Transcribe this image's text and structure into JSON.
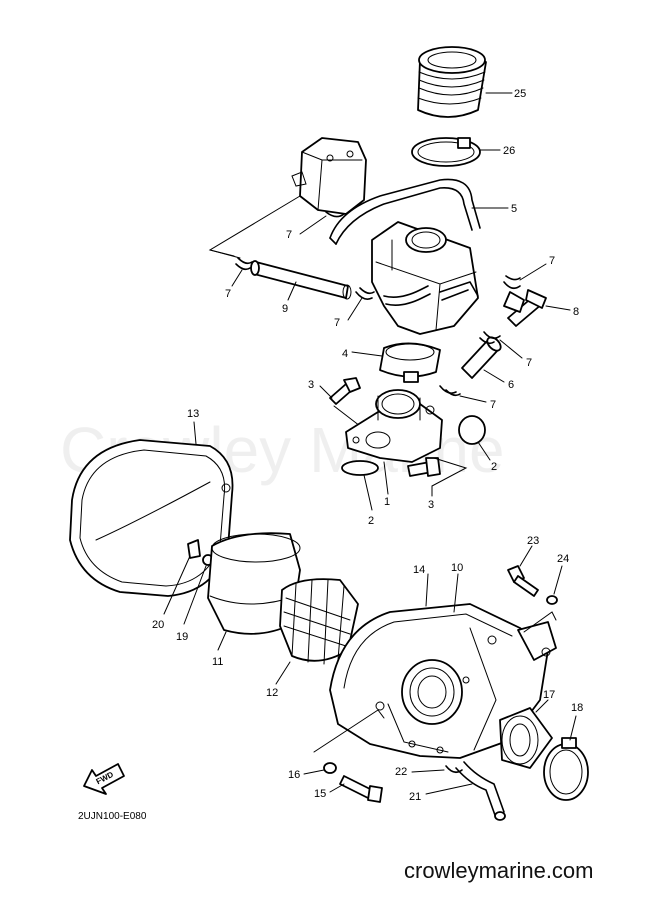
{
  "watermark": "Crowley Marine",
  "drawing_code": "2UJN100-E080",
  "forward_label": "FWD",
  "footer_url": "crowleymarine.com",
  "callouts": {
    "c1": "1",
    "c2a": "2",
    "c2b": "2",
    "c3a": "3",
    "c3b": "3",
    "c4": "4",
    "c5": "5",
    "c6": "6",
    "c7a": "7",
    "c7b": "7",
    "c7c": "7",
    "c7d": "7",
    "c7e": "7",
    "c7f": "7",
    "c8": "8",
    "c9": "9",
    "c10": "10",
    "c11": "11",
    "c12": "12",
    "c13": "13",
    "c14": "14",
    "c15": "15",
    "c16": "16",
    "c17": "17",
    "c18": "18",
    "c19": "19",
    "c20": "20",
    "c21": "21",
    "c22": "22",
    "c23": "23",
    "c24": "24",
    "c25": "25",
    "c26": "26"
  }
}
